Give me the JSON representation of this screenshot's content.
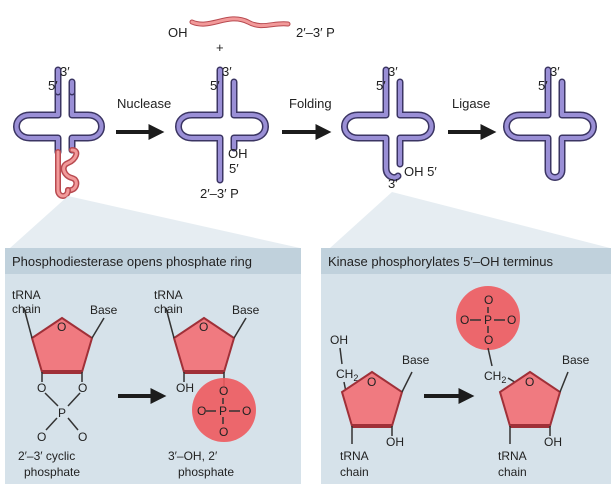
{
  "excised_fragment": {
    "left_label": "OH",
    "plus": "+",
    "right_label": "2′–3′ P"
  },
  "steps": [
    {
      "label": "Nuclease"
    },
    {
      "label": "Folding"
    },
    {
      "label": "Ligase"
    }
  ],
  "trna_ends": {
    "five": "5′",
    "three": "3′",
    "oh": "OH",
    "p_end": "2′–3′ P",
    "fold_three": "3′",
    "fold_oh5": "OH 5′"
  },
  "panels": {
    "left": {
      "title": "Phosphodiesterase opens phosphate ring",
      "trna_chain_a": "tRNA",
      "trna_chain_b": "chain",
      "base": "Base",
      "ring_o": "O",
      "p": "P",
      "oh": "OH",
      "caption1_a": "2′–3′ cyclic",
      "caption1_b": "phosphate",
      "caption2_a": "3′–OH, 2′",
      "caption2_b": "phosphate"
    },
    "right": {
      "title": "Kinase phosphorylates 5′–OH terminus",
      "oh": "OH",
      "ch2": "CH",
      "sub2": "2",
      "ring_o": "O",
      "base": "Base",
      "trna_chain_a": "tRNA",
      "trna_chain_b": "chain",
      "p": "P"
    }
  },
  "colors": {
    "trna_strand": "#7b6fb8",
    "trna_outline": "#3b3563",
    "intron": "#e88a8a",
    "sugar_fill": "#f07a80",
    "sugar_stroke": "#a03038",
    "phosphate_circle": "#ee5a5e",
    "panel_bg": "#d6e2ea",
    "panel_header": "#c0d1dc",
    "arrow": "#1c1c1c"
  }
}
